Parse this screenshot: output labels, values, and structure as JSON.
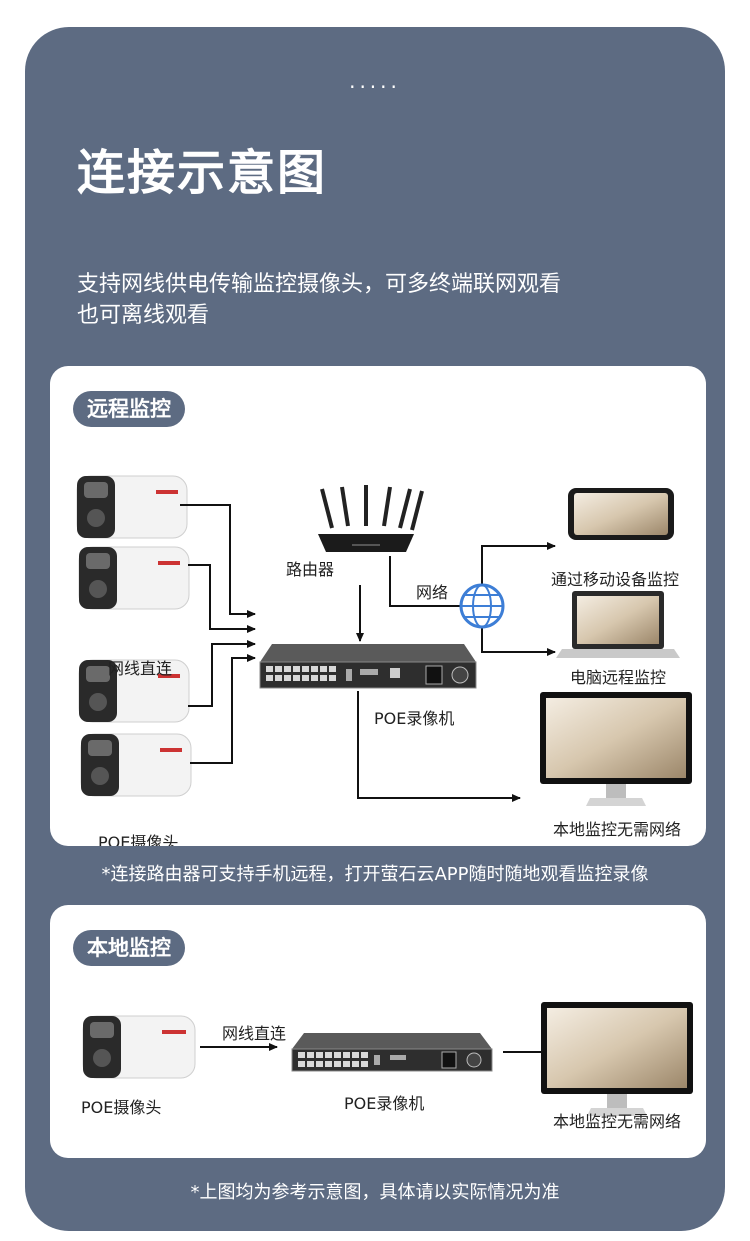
{
  "header": {
    "dots": ".....",
    "title": "连接示意图",
    "subtitle_line1": "支持网线供电传输监控摄像头，可多终端联网观看",
    "subtitle_line2": "也可离线观看"
  },
  "remote_panel": {
    "title": "远程监控",
    "router_label": "路由器",
    "network_label": "网络",
    "mobile_label": "通过移动设备监控",
    "pc_label": "电脑远程监控",
    "cable_label": "网线直连",
    "nvr_label": "POE录像机",
    "local_label": "本地监控无需网络",
    "camera_label": "POE摄像头"
  },
  "remote_note": "*连接路由器可支持手机远程，打开萤石云APP随时随地观看监控录像",
  "local_panel": {
    "title": "本地监控",
    "cable_label": "网线直连",
    "camera_label": "POE摄像头",
    "nvr_label": "POE录像机",
    "local_label": "本地监控无需网络"
  },
  "footer_note": "*上图均为参考示意图，具体请以实际情况为准",
  "colors": {
    "frame": "#5d6b82",
    "panel": "#ffffff",
    "globe": "#3d7ed6",
    "arrow": "#111111"
  },
  "icons": [
    "camera-icon",
    "router-icon",
    "nvr-icon",
    "globe-icon",
    "phone-icon",
    "laptop-icon",
    "monitor-icon"
  ]
}
